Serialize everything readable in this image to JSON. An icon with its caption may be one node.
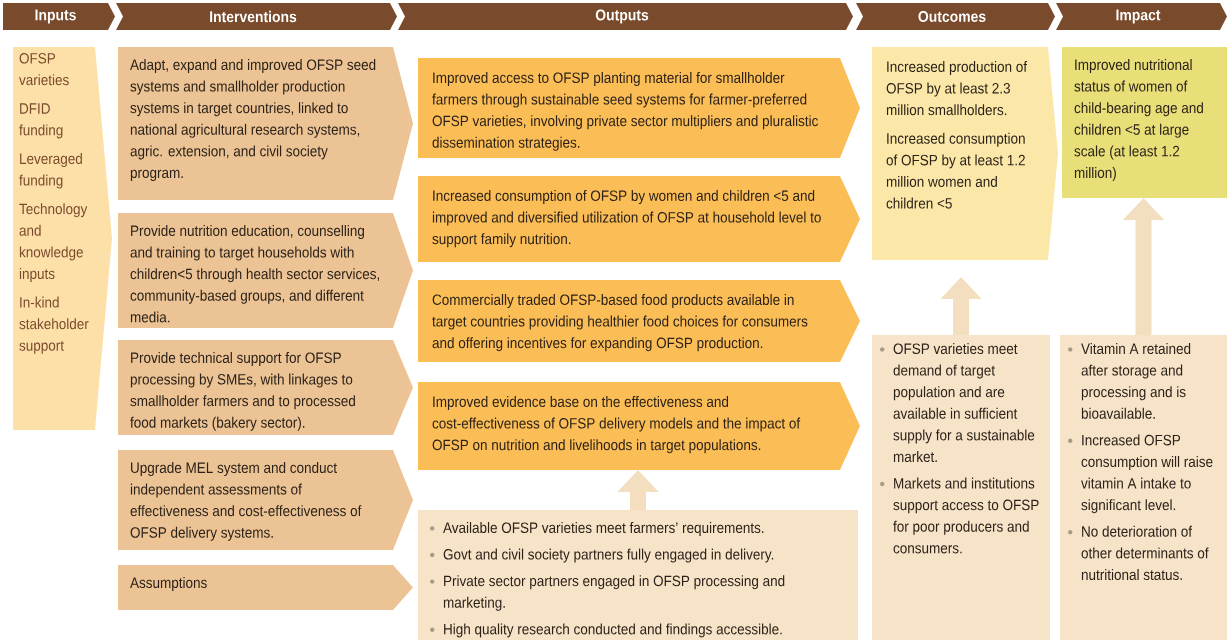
{
  "diagram": {
    "nodes": [
      {
        "text": [
          "Inputs"
        ]
      },
      {
        "text": [
          "Interventions"
        ]
      },
      {
        "text": [
          "Outputs"
        ]
      },
      {
        "text": [
          "Outcomes"
        ]
      },
      {
        "text": [
          "Impact"
        ]
      },
      {
        "text": [
          "OFSP varieties",
          "DFID funding",
          "Leveraged funding",
          "Technology and knowledge inputs",
          "In-kind stakeholder support"
        ]
      },
      {
        "text": [
          "Adapt, expand and improved OFSP seed systems and smallholder production systems in target countries, linked to national agricultural research systems, agric. extension, and civil society program."
        ]
      },
      {
        "text": [
          "Provide nutrition education, counselling and training to target households with children<5 through health sector services, community-based groups, and different media."
        ]
      },
      {
        "text": [
          "Provide technical support for OFSP processing by SMEs, with linkages to smallholder farmers and to processed food markets (bakery sector)."
        ]
      },
      {
        "text": [
          "Upgrade MEL system and conduct independent assessments of effectiveness and cost-effectiveness of OFSP delivery systems."
        ]
      },
      {
        "text": [
          "Assumptions"
        ]
      },
      {
        "text": [
          "Improved access to OFSP planting material for smallholder farmers through sustainable seed systems for farmer-preferred OFSP varieties, involving private sector multipliers and pluralistic dissemination strategies."
        ]
      },
      {
        "text": [
          "Increased consumption of OFSP by women and children <5 and improved and diversified utilization of OFSP at household level to support family nutrition."
        ]
      },
      {
        "text": [
          "Commercially traded OFSP-based food products available in target countries providing healthier food choices for consumers and offering incentives for expanding OFSP production."
        ]
      },
      {
        "text": [
          "Improved evidence base on the effectiveness and cost-effectiveness of OFSP delivery models and the impact of OFSP on nutrition and livelihoods in target populations."
        ]
      },
      {
        "text": [
          "Available OFSP varieties meet farmers’ requirements.",
          "Govt and civil society partners fully engaged in delivery.",
          "Private sector partners engaged in OFSP processing and marketing.",
          "High quality research conducted and findings accessible."
        ]
      },
      {
        "text": [
          "Increased production of OFSP by at least 2.3 million smallholders.",
          "Increased consumption of OFSP by at least 1.2 million women and children <5"
        ]
      },
      {
        "text": [
          "Improved nutritional status of women of child-bearing age and children <5 at large scale (at least 1.2 million)"
        ]
      },
      {
        "text": [
          "OFSP varieties meet demand of target population and are available in sufficient supply for a sustainable market.",
          "Markets and institutions support access to OFSP for poor producers and consumers."
        ]
      },
      {
        "text": [
          "Vitamin A retained after storage and processing and is bioavailable.",
          "Increased OFSP consumption will raise vitamin A intake to significant level.",
          "No deterioration of other determinants of nutritional status."
        ]
      }
    ],
    "edges": [
      {
        "from": 15,
        "to": 14,
        "arrow": "to"
      },
      {
        "from": 18,
        "to": 16,
        "arrow": "to"
      },
      {
        "from": 19,
        "to": 17,
        "arrow": "to"
      }
    ]
  }
}
